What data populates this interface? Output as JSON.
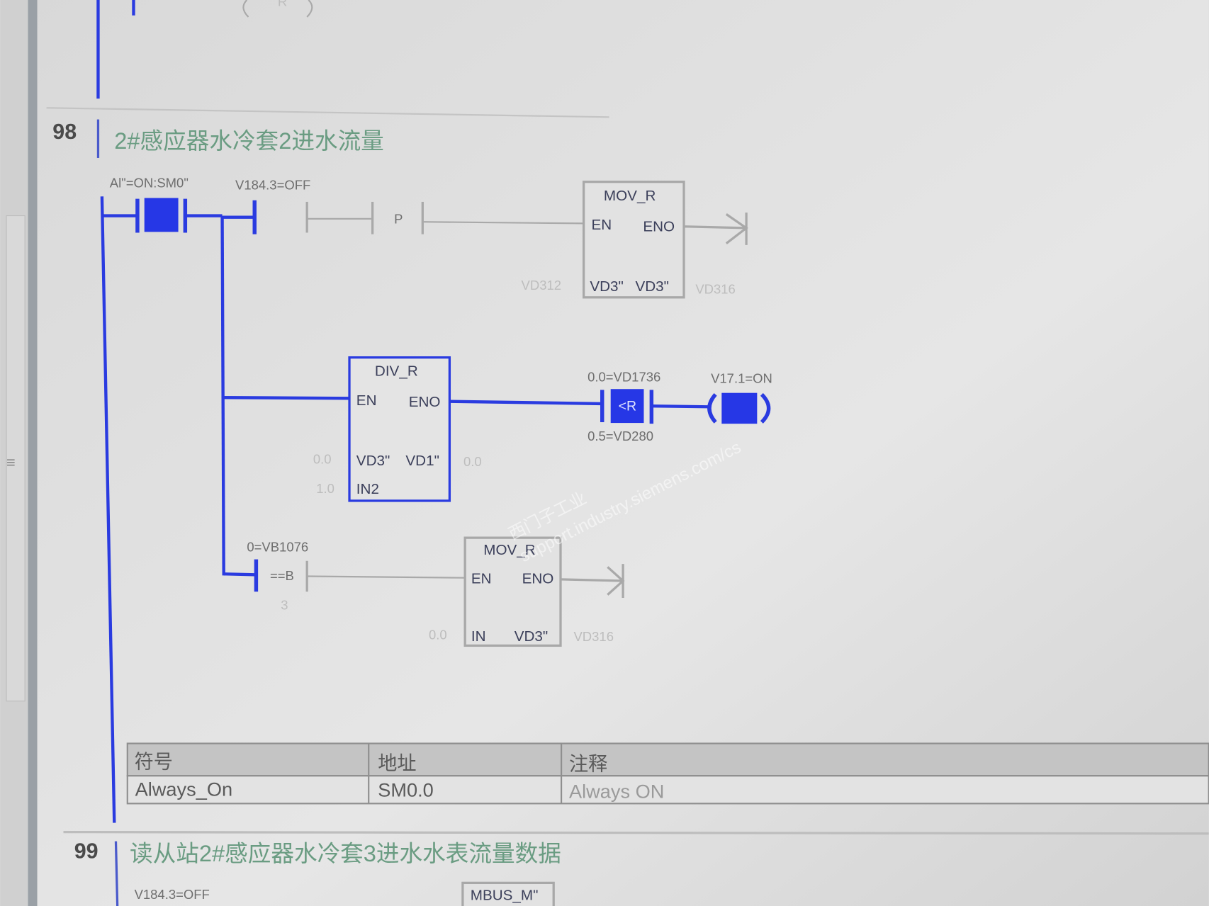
{
  "networks": [
    {
      "number": "98",
      "title": "2#感应器水冷套2进水流量",
      "contacts": {
        "always_on_label": "Al\"=ON:SM0\"",
        "v184_label": "V184.3=OFF",
        "pulse_label": "P",
        "compare_b_top": "0=VB1076",
        "compare_b_op": "==B",
        "compare_b_bottom": "3",
        "compare_r_top": "0.0=VD1736",
        "compare_r_op": "<R",
        "compare_r_bottom": "0.5=VD280",
        "coil_label": "V17.1=ON"
      },
      "mov_r_1": {
        "name": "MOV_R",
        "en": "EN",
        "eno": "ENO",
        "in": "VD3\"",
        "out": "VD3\"",
        "in_value": "VD312",
        "out_value": "VD316"
      },
      "div_r": {
        "name": "DIV_R",
        "en": "EN",
        "eno": "ENO",
        "in1": "VD3\"",
        "out": "VD1\"",
        "in2": "IN2",
        "in1_value": "0.0",
        "in2_value": "1.0",
        "out_value": "0.0"
      },
      "mov_r_2": {
        "name": "MOV_R",
        "en": "EN",
        "eno": "ENO",
        "in": "IN",
        "out": "VD3\"",
        "in_value": "0.0",
        "out_value": "VD316"
      },
      "symbol_table": {
        "headers": [
          "符号",
          "地址",
          "注释"
        ],
        "rows": [
          [
            "Always_On",
            "SM0.0",
            "Always ON"
          ]
        ]
      }
    },
    {
      "number": "99",
      "title": "读从站2#感应器水冷套3进水水表流量数据",
      "contact_label": "V184.3=OFF",
      "box_name": "MBUS_M\""
    }
  ],
  "top_fragment": {
    "coil_letter": "R"
  },
  "watermark": {
    "line1": "西门子工业",
    "line2": "support.industry.siemens.com/cs"
  },
  "colors": {
    "energized": "#2637e6",
    "inactive": "#a9a9a9",
    "comment": "#6a9c82"
  }
}
